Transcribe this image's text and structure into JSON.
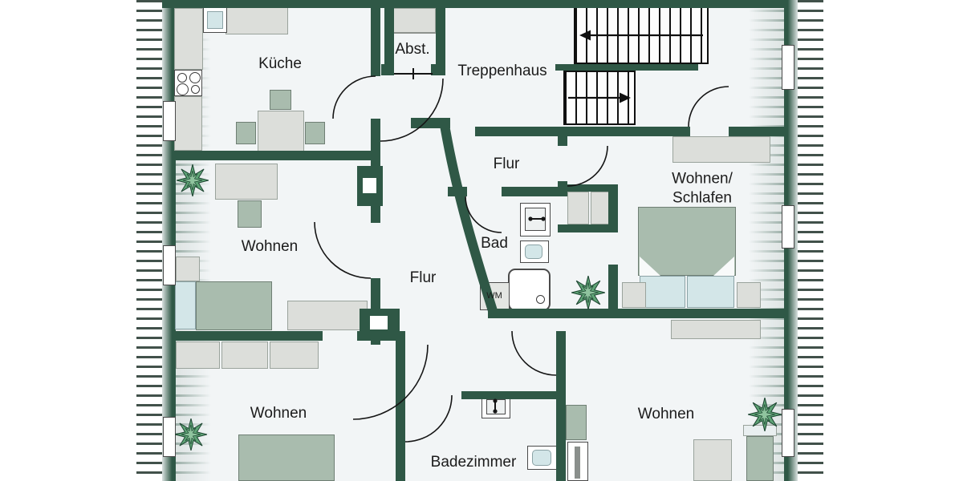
{
  "floorplan": {
    "rooms": [
      {
        "id": "kueche",
        "label": "Küche"
      },
      {
        "id": "abstellraum",
        "label": "Abst."
      },
      {
        "id": "treppenhaus",
        "label": "Treppenhaus"
      },
      {
        "id": "flur-top",
        "label": "Flur"
      },
      {
        "id": "wohnen-schlafen",
        "label": "Wohnen/Schlafen",
        "label_line1": "Wohnen/",
        "label_line2": "Schlafen"
      },
      {
        "id": "bad",
        "label": "Bad"
      },
      {
        "id": "flur-center",
        "label": "Flur"
      },
      {
        "id": "wohnen-left",
        "label": "Wohnen"
      },
      {
        "id": "wohnen-bottom-left",
        "label": "Wohnen"
      },
      {
        "id": "badezimmer",
        "label": "Badezimmer"
      },
      {
        "id": "wohnen-bottom-right",
        "label": "Wohnen"
      }
    ],
    "fixtures": {
      "washing_machine": "WM"
    },
    "stairs": {
      "upper_flight_direction": "left",
      "lower_flight_direction": "right",
      "upper_treads": 13,
      "lower_treads": 7
    },
    "colors": {
      "wall": "#2f5846",
      "floor": "#f2f5f6",
      "furniture_gray": "#dcdeda",
      "upholstery_green": "#a9bcae",
      "textile_blue": "#d3e6e8",
      "plant_green": "#5fa476",
      "hatch_line": "#41514a",
      "door_arc": "#151515"
    }
  }
}
